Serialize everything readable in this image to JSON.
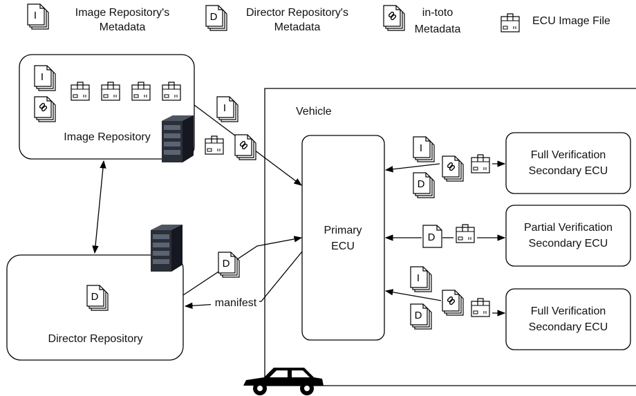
{
  "legend": {
    "image_metadata": [
      "Image Repository's",
      "Metadata"
    ],
    "director_metadata": [
      "Director Repository's",
      "Metadata"
    ],
    "intoto_metadata": [
      "in-toto",
      "Metadata"
    ],
    "ecu_image_file": "ECU Image File"
  },
  "nodes": {
    "image_repository": "Image Repository",
    "director_repository": "Director Repository",
    "vehicle": "Vehicle",
    "primary_ecu": [
      "Primary",
      "ECU"
    ],
    "secondary_top": [
      "Full Verification",
      "Secondary ECU"
    ],
    "secondary_middle": [
      "Partial Verification",
      "Secondary ECU"
    ],
    "secondary_bottom": [
      "Full Verification",
      "Secondary ECU"
    ]
  },
  "edges": {
    "manifest": "manifest"
  },
  "glyphs": {
    "image": "I",
    "director": "D"
  }
}
